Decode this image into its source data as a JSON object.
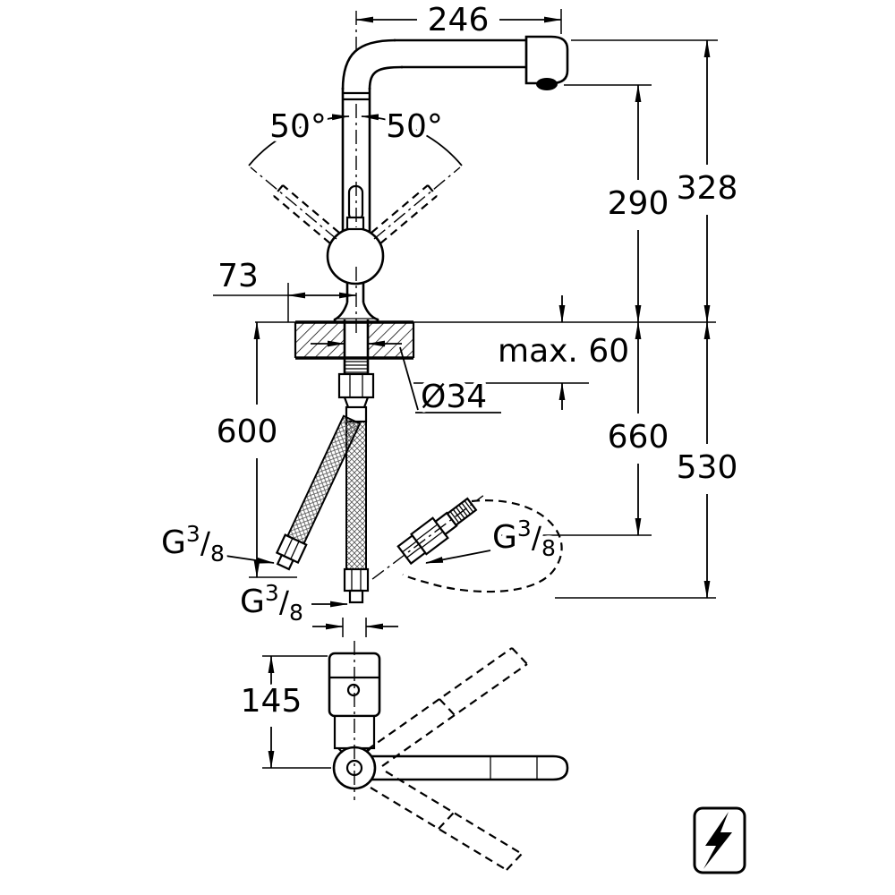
{
  "drawing": {
    "dimensions": {
      "spout_reach": "246",
      "swivel_left": "50°",
      "swivel_right": "50°",
      "height_total": "328",
      "height_outlet": "290",
      "handle_offset": "73",
      "deck_thickness": "max. 60",
      "hole_diameter": "Ø34",
      "hose_left": "600",
      "hose_right": "660",
      "hose_drop": "530",
      "spray_length": "145"
    },
    "thread": {
      "prefix": "G",
      "numerator": "3",
      "slash": "/",
      "denominator": "8"
    },
    "symbols": {
      "bottom_right_icon": "lightning-bolt"
    }
  }
}
